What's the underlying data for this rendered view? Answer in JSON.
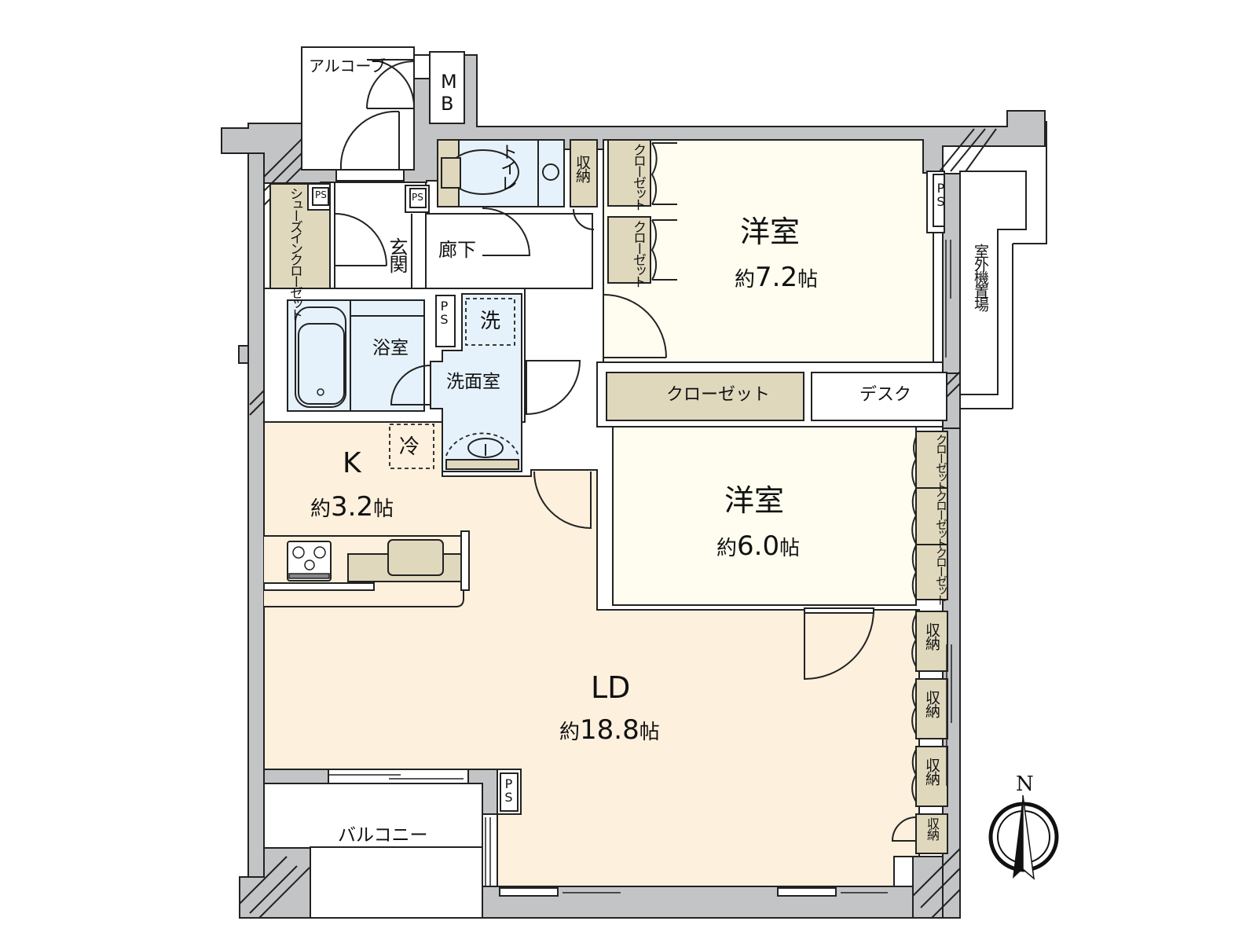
{
  "rooms": {
    "western_room_1": {
      "name": "洋室",
      "area_prefix": "約",
      "area_value": "7.2",
      "area_unit": "帖"
    },
    "western_room_2": {
      "name": "洋室",
      "area_prefix": "約",
      "area_value": "6.0",
      "area_unit": "帖"
    },
    "kitchen": {
      "name": "K",
      "area_prefix": "約",
      "area_value": "3.2",
      "area_unit": "帖"
    },
    "living_dining": {
      "name": "LD",
      "area_prefix": "約",
      "area_value": "18.8",
      "area_unit": "帖"
    },
    "bathroom": {
      "name": "浴室"
    },
    "washroom": {
      "name": "洗面室"
    },
    "toilet": {
      "name": "トイレ"
    },
    "entrance": {
      "name": "玄関"
    },
    "hallway": {
      "name": "廊下"
    },
    "balcony": {
      "name": "バルコニー"
    },
    "alcove": {
      "name": "アルコーブ"
    },
    "outdoor_unit_space": {
      "name": "室外機置場"
    }
  },
  "storage": {
    "shoes_in_closet": "シューズインクローゼット",
    "closet_vertical": "クローゼット",
    "closet_wide": "クローゼット",
    "desk": "デスク",
    "storage_label": "収納",
    "meter_box": "MB",
    "pipe_space": "PS",
    "washing_machine": "洗",
    "refrigerator": "冷"
  },
  "legend": {
    "north_label": "N"
  },
  "colors": {
    "wall": "#c3c4c6",
    "ldk_floor": "#fdf0dd",
    "bedroom_floor": "#fefdf0",
    "wet_area": "#e6f2fb",
    "storage": "#e0d8bd",
    "outline": "#222222"
  }
}
